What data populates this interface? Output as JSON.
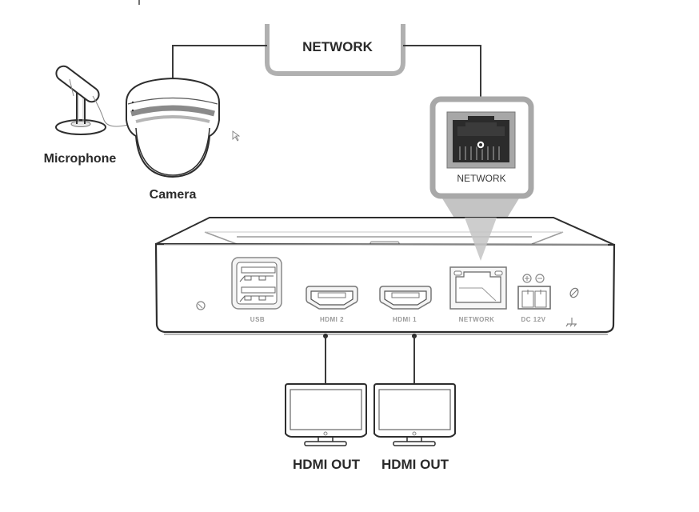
{
  "diagram": {
    "nodes": {
      "network_cloud": {
        "label": "NETWORK"
      },
      "microphone": {
        "label": "Microphone"
      },
      "camera": {
        "label": "Camera"
      },
      "network_port_callout": {
        "label": "NETWORK"
      },
      "monitor_1": {
        "label": "HDMI OUT"
      },
      "monitor_2": {
        "label": "HDMI OUT"
      }
    },
    "device_ports": [
      {
        "id": "usb",
        "label": "USB"
      },
      {
        "id": "hdmi2",
        "label": "HDMI 2"
      },
      {
        "id": "hdmi1",
        "label": "HDMI 1"
      },
      {
        "id": "network",
        "label": "NETWORK"
      },
      {
        "id": "dc12v",
        "label": "DC 12V"
      }
    ],
    "power_symbols": {
      "plus": "+",
      "minus": "−"
    },
    "connections": [
      {
        "from": "camera",
        "to": "network_cloud"
      },
      {
        "from": "network_cloud",
        "to": "network_port"
      },
      {
        "from": "microphone",
        "to": "camera"
      },
      {
        "from": "hdmi2",
        "to": "monitor_1"
      },
      {
        "from": "hdmi1",
        "to": "monitor_2"
      }
    ],
    "colors": {
      "line": "#2e2e2e",
      "callout_frame": "#a8a8a8",
      "port_label": "#9a9a9a",
      "rj45_dark": "#2b2b2b"
    }
  }
}
